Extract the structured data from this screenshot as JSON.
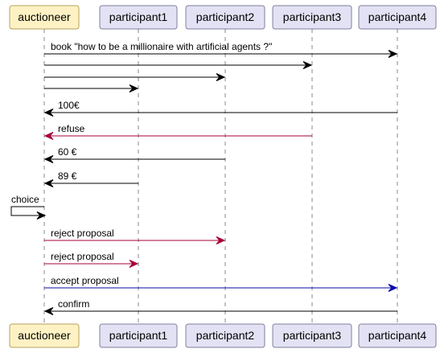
{
  "participants": [
    {
      "id": "auctioneer",
      "label": "auctioneer",
      "fill": "#FEF2C4",
      "stroke": "#B5A25C"
    },
    {
      "id": "participant1",
      "label": "participant1",
      "fill": "#E3E2F4",
      "stroke": "#7F7F9E"
    },
    {
      "id": "participant2",
      "label": "participant2",
      "fill": "#E3E2F4",
      "stroke": "#7F7F9E"
    },
    {
      "id": "participant3",
      "label": "participant3",
      "fill": "#E3E2F4",
      "stroke": "#7F7F9E"
    },
    {
      "id": "participant4",
      "label": "participant4",
      "fill": "#E3E2F4",
      "stroke": "#7F7F9E"
    }
  ],
  "messages": [
    {
      "from": "auctioneer",
      "to": "participant4",
      "label": "book \"how to be a millionaire with artificial agents ?\"",
      "color": "#000000"
    },
    {
      "from": "auctioneer",
      "to": "participant3",
      "label": "",
      "color": "#000000"
    },
    {
      "from": "auctioneer",
      "to": "participant2",
      "label": "",
      "color": "#000000"
    },
    {
      "from": "auctioneer",
      "to": "participant1",
      "label": "",
      "color": "#000000"
    },
    {
      "from": "participant4",
      "to": "auctioneer",
      "label": "100€",
      "color": "#000000"
    },
    {
      "from": "participant3",
      "to": "auctioneer",
      "label": "refuse",
      "color": "#A80036"
    },
    {
      "from": "participant2",
      "to": "auctioneer",
      "label": "60 €",
      "color": "#000000"
    },
    {
      "from": "participant1",
      "to": "auctioneer",
      "label": "89 €",
      "color": "#000000"
    },
    {
      "from": "auctioneer",
      "to": "auctioneer",
      "label": "choice",
      "color": "#000000",
      "self": true
    },
    {
      "from": "auctioneer",
      "to": "participant2",
      "label": "reject proposal",
      "color": "#A80036"
    },
    {
      "from": "auctioneer",
      "to": "participant1",
      "label": "reject proposal",
      "color": "#A80036"
    },
    {
      "from": "auctioneer",
      "to": "participant4",
      "label": "accept proposal",
      "color": "#0A0AAA"
    },
    {
      "from": "participant4",
      "to": "auctioneer",
      "label": "confirm",
      "color": "#000000"
    }
  ],
  "colors": {
    "lifeline": "#888888"
  }
}
